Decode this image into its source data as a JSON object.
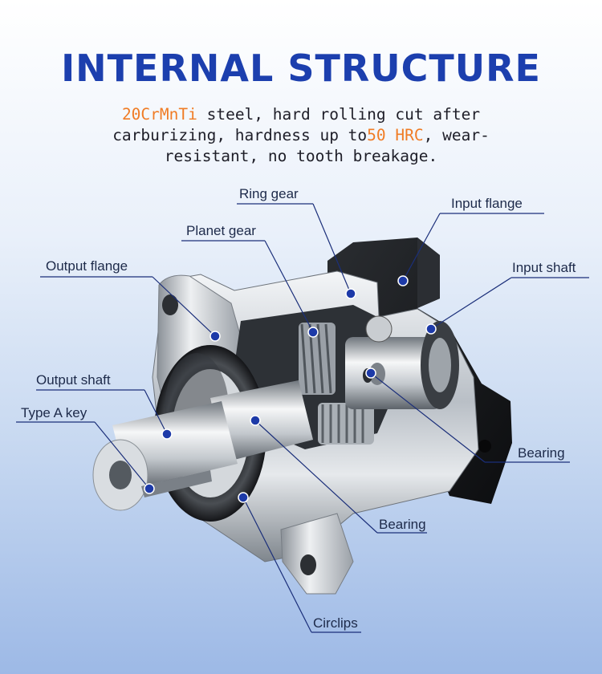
{
  "title": "INTERNAL STRUCTURE",
  "subtitle": {
    "part1": "20CrMnTi",
    "part2": " steel, hard rolling cut after carburizing, hardness up to",
    "part3": "50 HRC",
    "part4": ", wear-resistant, no tooth breakage."
  },
  "colors": {
    "title": "#1c3fae",
    "highlight": "#f07c25",
    "leader": "#1b2f7a",
    "dot": "#1d3aa8"
  },
  "labels": {
    "ring_gear": "Ring gear",
    "input_flange": "Input flange",
    "planet_gear": "Planet gear",
    "output_flange": "Output flange",
    "input_shaft": "Input shaft",
    "output_shaft": "Output shaft",
    "type_a_key": "Type A key",
    "bearing_right": "Bearing",
    "bearing_bottom": "Bearing",
    "circlips": "Circlips"
  }
}
